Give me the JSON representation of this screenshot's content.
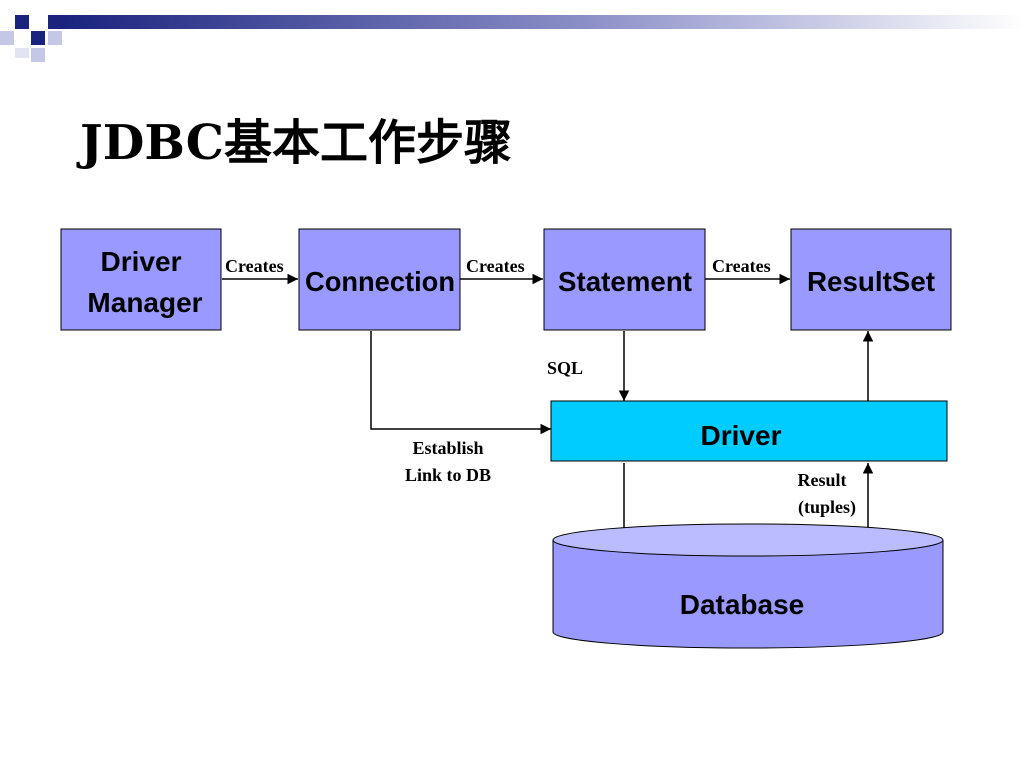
{
  "slide": {
    "title": "JDBC基本工作步骤"
  },
  "nodes": {
    "driver_manager": {
      "line1": "Driver",
      "line2": "Manager"
    },
    "connection": {
      "label": "Connection"
    },
    "statement": {
      "label": "Statement"
    },
    "resultset": {
      "label": "ResultSet"
    },
    "driver": {
      "label": "Driver"
    },
    "database": {
      "label": "Database"
    }
  },
  "edges": {
    "dm_to_conn": "Creates",
    "conn_to_stmt": "Creates",
    "stmt_to_rs": "Creates",
    "sql": "SQL",
    "establish_line1": "Establish",
    "establish_line2": "Link to DB",
    "result_line1": "Result",
    "result_line2": "(tuples)"
  },
  "colors": {
    "box_fill": "#9999ff",
    "driver_fill": "#00ccff",
    "header_gradient_start": "#1a237e",
    "header_gradient_end": "#ffffff"
  }
}
